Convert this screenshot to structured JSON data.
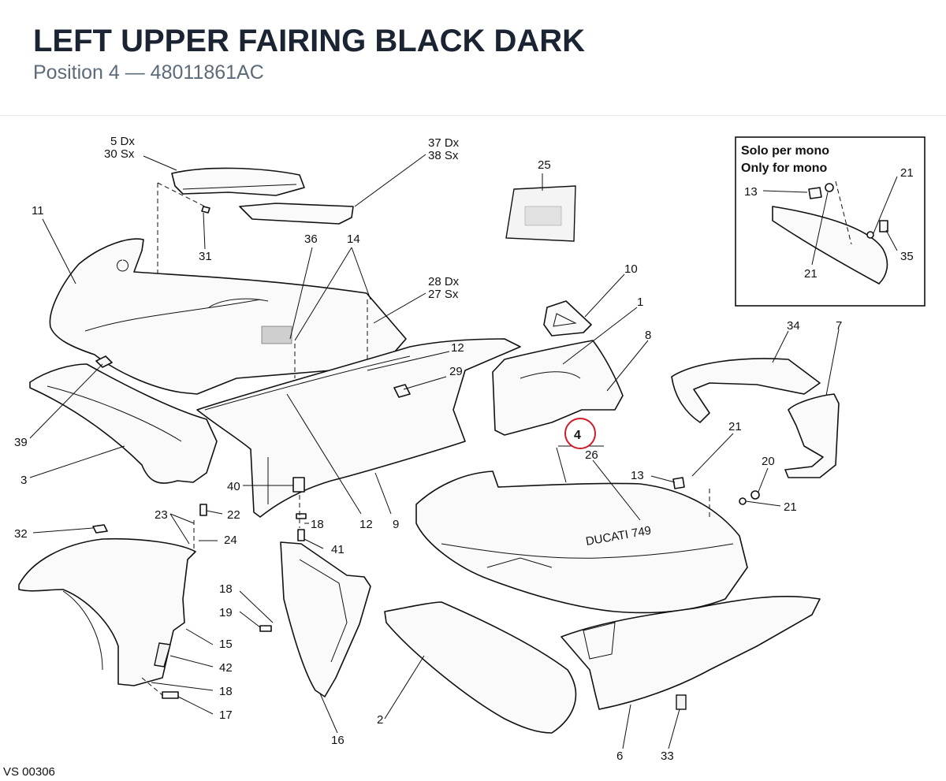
{
  "header": {
    "title": "LEFT UPPER FAIRING BLACK DARK",
    "subtitle": "Position 4 — 48011861AC"
  },
  "diagram": {
    "highlight_position": "4",
    "highlight_color": "#d11a2a",
    "drawing_code": "VS 00306",
    "fairing_text": "DUCATI 749",
    "inset": {
      "line1": "Solo per mono",
      "line2": "Only for mono",
      "labels": [
        "13",
        "21",
        "21",
        "35"
      ]
    },
    "labels": [
      "5 Dx",
      "30 Sx",
      "37 Dx",
      "38 Sx",
      "11",
      "31",
      "36",
      "14",
      "28 Dx",
      "27 Sx",
      "25",
      "10",
      "1",
      "8",
      "12",
      "29",
      "34",
      "7",
      "39",
      "3",
      "26",
      "21",
      "13",
      "20",
      "21",
      "40",
      "18",
      "41",
      "12",
      "9",
      "23",
      "22",
      "24",
      "32",
      "18",
      "19",
      "15",
      "42",
      "18",
      "17",
      "16",
      "2",
      "6",
      "33"
    ]
  }
}
